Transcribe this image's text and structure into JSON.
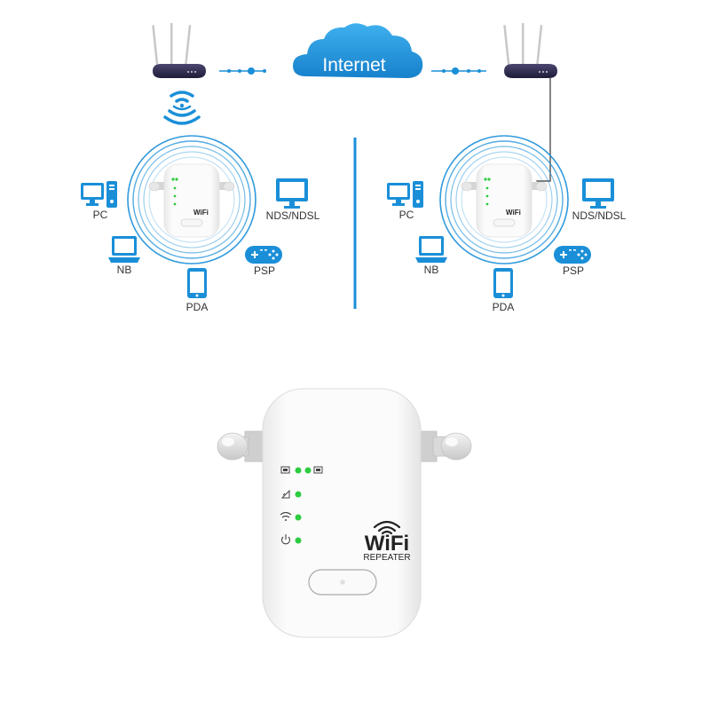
{
  "cloud": {
    "label": "Internet"
  },
  "colors": {
    "accent": "#1a8fd8",
    "router": "#2c2a4a",
    "led": "#2ecc40"
  },
  "devices": {
    "pc": "PC",
    "nb": "NB",
    "pda": "PDA",
    "nds": "NDS/NDSL",
    "psp": "PSP"
  },
  "product": {
    "brand": "WiFi",
    "subtitle": "REPEATER",
    "indicators": [
      "lan-icon",
      "signal-icon",
      "wifi-icon",
      "power-icon"
    ]
  }
}
